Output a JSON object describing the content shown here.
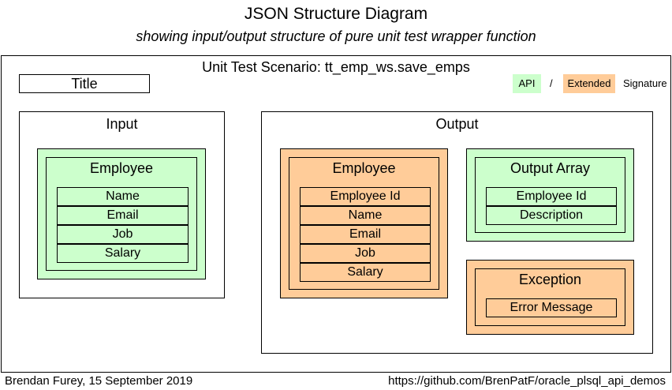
{
  "header": {
    "title": "JSON Structure Diagram",
    "subtitle": "showing input/output structure of pure unit test wrapper function"
  },
  "scenario": {
    "label": "Unit Test Scenario: tt_emp_ws.save_emps",
    "title_box": "Title"
  },
  "legend": {
    "api": "API",
    "separator": "/",
    "extended": "Extended",
    "signature": "Signature"
  },
  "input": {
    "label": "Input",
    "entity": {
      "name": "Employee",
      "fields": [
        "Name",
        "Email",
        "Job",
        "Salary"
      ]
    }
  },
  "output": {
    "label": "Output",
    "employee": {
      "name": "Employee",
      "fields": [
        "Employee Id",
        "Name",
        "Email",
        "Job",
        "Salary"
      ]
    },
    "output_array": {
      "name": "Output Array",
      "fields": [
        "Employee Id",
        "Description"
      ]
    },
    "exception": {
      "name": "Exception",
      "fields": [
        "Error Message"
      ]
    }
  },
  "footer": {
    "author": "Brendan Furey, 15 September 2019",
    "url": "https://github.com/BrenPatF/oracle_plsql_api_demos"
  },
  "colors": {
    "api": "#ccffcc",
    "extended": "#ffcc99"
  }
}
